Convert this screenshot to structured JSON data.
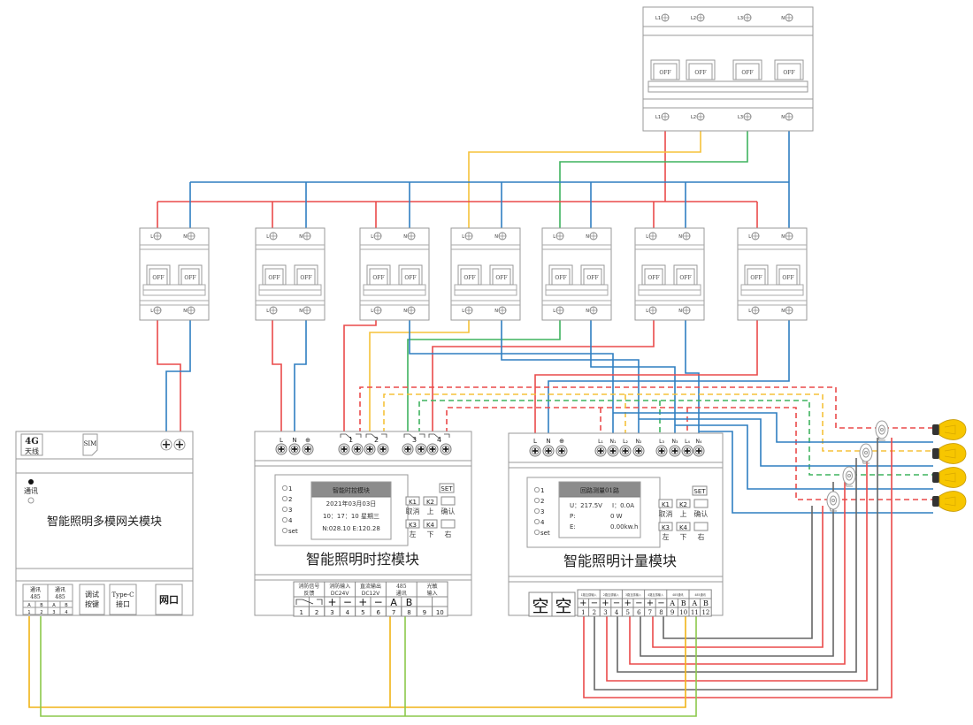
{
  "main_breaker": {
    "top_terminals": [
      "L1",
      "L2",
      "L3",
      "N"
    ],
    "bottom_terminals": [
      "L1",
      "L2",
      "L3",
      "N"
    ],
    "switch_labels": [
      "OFF",
      "OFF",
      "OFF",
      "OFF"
    ]
  },
  "branch_breakers": [
    {
      "top": [
        "L",
        "N"
      ],
      "bottom": [
        "L",
        "N"
      ],
      "switches": [
        "OFF",
        "OFF"
      ]
    },
    {
      "top": [
        "L",
        "N"
      ],
      "bottom": [
        "L",
        "N"
      ],
      "switches": [
        "OFF",
        "OFF"
      ]
    },
    {
      "top": [
        "L",
        "N"
      ],
      "bottom": [
        "L",
        "N"
      ],
      "switches": [
        "OFF",
        "OFF"
      ]
    },
    {
      "top": [
        "L",
        "N"
      ],
      "bottom": [
        "L",
        "N"
      ],
      "switches": [
        "OFF",
        "OFF"
      ]
    },
    {
      "top": [
        "L",
        "N"
      ],
      "bottom": [
        "L",
        "N"
      ],
      "switches": [
        "OFF",
        "OFF"
      ]
    },
    {
      "top": [
        "L",
        "N"
      ],
      "bottom": [
        "L",
        "N"
      ],
      "switches": [
        "OFF",
        "OFF"
      ]
    },
    {
      "top": [
        "L",
        "N"
      ],
      "bottom": [
        "L",
        "N"
      ],
      "switches": [
        "OFF",
        "OFF"
      ]
    }
  ],
  "gateway": {
    "antenna_line1": "4G",
    "antenna_line2": "天线",
    "sim": "SIM",
    "comm_label": "通讯",
    "title": "智能照明多模网关模块",
    "ports": {
      "rs485_a_title": "通讯",
      "rs485_a_sub": "485",
      "rs485_b_title": "通讯",
      "rs485_b_sub": "485",
      "ab": [
        "A",
        "B",
        "A",
        "B"
      ],
      "nums": [
        "1",
        "2",
        "3",
        "4"
      ],
      "debug_line1": "调试",
      "debug_line2": "按键",
      "typec_line1": "Type-C",
      "typec_line2": "接口",
      "net": "网口"
    }
  },
  "timer_module": {
    "title": "智能照明时控模块",
    "power_terms": [
      "L",
      "N",
      "⊕"
    ],
    "channels": [
      "1",
      "2",
      "3",
      "4"
    ],
    "leds": [
      "1",
      "2",
      "3",
      "4",
      "set"
    ],
    "screen": {
      "header": "智能时控模块",
      "date": "2021年03月03日",
      "time": "10：17：10  星期三",
      "readings": "N:028.10    E:120.28"
    },
    "set_label": "SET",
    "keys": [
      {
        "key": "K1",
        "label": "取消"
      },
      {
        "key": "K2",
        "label": "上"
      },
      {
        "key": "",
        "label": "确认"
      },
      {
        "key": "K3",
        "label": "左"
      },
      {
        "key": "K4",
        "label": "下"
      },
      {
        "key": "",
        "label": "右"
      }
    ],
    "terminal_groups": [
      {
        "title1": "消防信号",
        "title2": "反馈",
        "syms": [
          "⌐╲",
          "⌐"
        ]
      },
      {
        "title1": "消防输入",
        "title2": "DC24V",
        "syms": [
          "+",
          "−"
        ]
      },
      {
        "title1": "直流输出",
        "title2": "DC12V",
        "syms": [
          "+",
          "−"
        ]
      },
      {
        "title1": "485",
        "title2": "通讯",
        "syms": [
          "A",
          "B"
        ]
      },
      {
        "title1": "光敏",
        "title2": "输入",
        "syms": [
          "",
          ""
        ]
      }
    ],
    "terminal_nums": [
      "1",
      "2",
      "3",
      "4",
      "5",
      "6",
      "7",
      "8",
      "9",
      "10"
    ]
  },
  "meter_module": {
    "title": "智能照明计量模块",
    "power_terms": [
      "L",
      "N",
      "⊕"
    ],
    "loop_terms_a": [
      "L₁",
      "N₁",
      "L₂",
      "N₂"
    ],
    "loop_terms_b": [
      "L₃",
      "N₃",
      "L₄",
      "N₄"
    ],
    "leds": [
      "1",
      "2",
      "3",
      "4",
      "set"
    ],
    "screen": {
      "header": "回路测量01路",
      "u": "U：217.5V",
      "i": "I：0.0A",
      "p_label": "P:",
      "p_value": "0     W",
      "e_label": "E:",
      "e_value": "0.00kw.h"
    },
    "set_label": "SET",
    "keys": [
      {
        "key": "K1",
        "label": "取消"
      },
      {
        "key": "K2",
        "label": "上"
      },
      {
        "key": "",
        "label": "确认"
      },
      {
        "key": "K3",
        "label": "左"
      },
      {
        "key": "K4",
        "label": "下"
      },
      {
        "key": "",
        "label": "右"
      }
    ],
    "empty_slots": [
      "空",
      "空"
    ],
    "terminal_groups": [
      {
        "title": "1路互感输入",
        "syms": [
          "+",
          "−"
        ]
      },
      {
        "title": "2路互感输入",
        "syms": [
          "+",
          "−"
        ]
      },
      {
        "title": "3路互感输入",
        "syms": [
          "+",
          "−"
        ]
      },
      {
        "title": "4路互感输入",
        "syms": [
          "+",
          "−"
        ]
      },
      {
        "title": "485通讯",
        "syms": [
          "A",
          "B"
        ]
      },
      {
        "title": "485通讯",
        "syms": [
          "A",
          "B"
        ]
      }
    ],
    "terminal_nums": [
      "1",
      "2",
      "3",
      "4",
      "5",
      "6",
      "7",
      "8",
      "9",
      "10",
      "11",
      "12"
    ]
  },
  "lamps": {
    "count": 4,
    "color": "#f7c600"
  },
  "wire_colors": {
    "live": "#ea4a4a",
    "neutral": "#2f7fc1",
    "phase_l2": "#f5c23a",
    "phase_l3": "#3fb35f",
    "rs485_a": "#f0b416",
    "rs485_b": "#8cc84b",
    "ct": "#666666"
  }
}
